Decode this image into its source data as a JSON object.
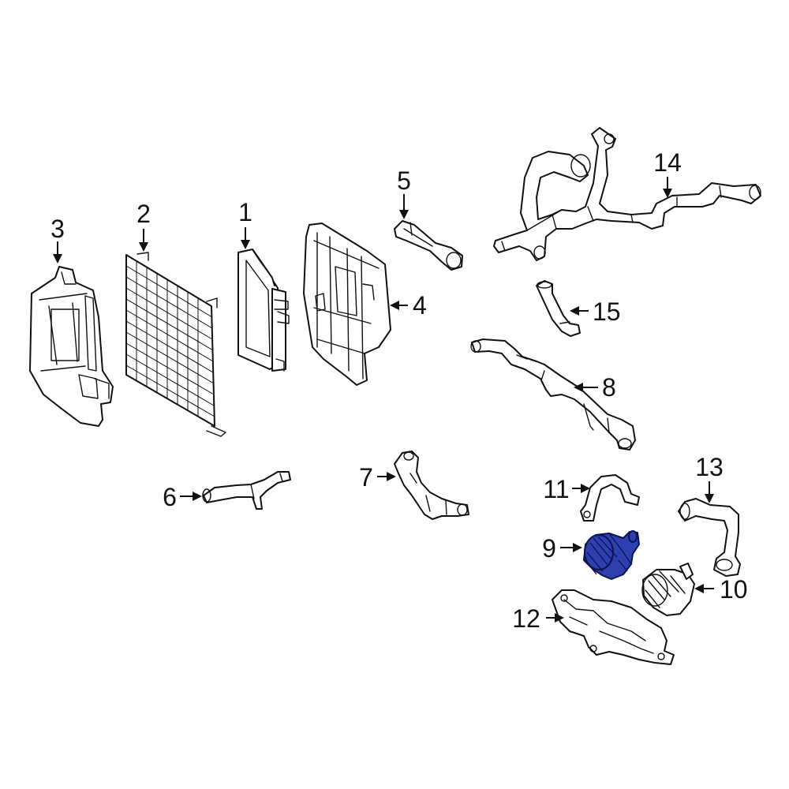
{
  "callouts": [
    "1",
    "2",
    "3",
    "4",
    "5",
    "6",
    "7",
    "8",
    "9",
    "10",
    "11",
    "12",
    "13",
    "14",
    "15"
  ],
  "colors": {
    "highlight": "#2e3fb0",
    "line": "#111111",
    "background": "#ffffff"
  },
  "highlighted_part": "9"
}
